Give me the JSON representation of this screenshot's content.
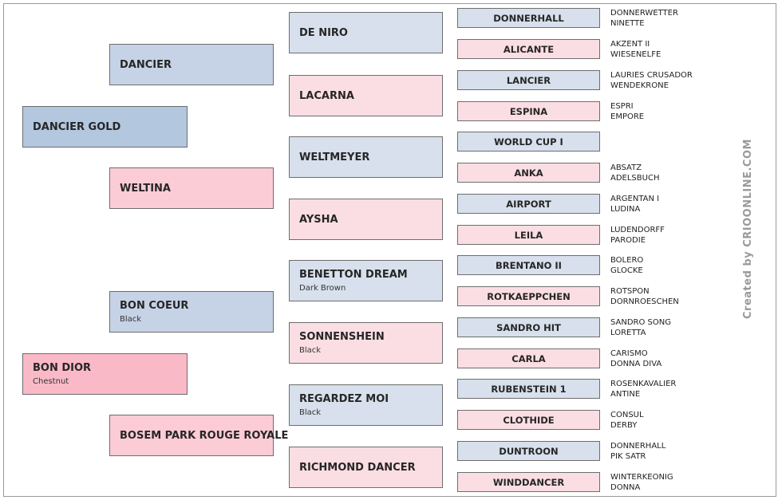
{
  "subject": {
    "name": "DANCIER GOLD"
  },
  "sire": {
    "name": "DANCIER"
  },
  "dam": {
    "name": "WELTINA"
  },
  "sire2": {
    "name": "BON COEUR",
    "color": "Black"
  },
  "dam2": {
    "name": "BON DIOR",
    "color": "Chestnut"
  },
  "dam2_dam": {
    "name": "BOSEM PARK ROUGE ROYALE"
  },
  "gen2": [
    {
      "name": "DE NIRO",
      "color": ""
    },
    {
      "name": "LACARNA",
      "color": ""
    },
    {
      "name": "WELTMEYER",
      "color": ""
    },
    {
      "name": "AYSHA",
      "color": ""
    },
    {
      "name": "BENETTON DREAM",
      "color": "Dark Brown"
    },
    {
      "name": "SONNENSHEIN",
      "color": "Black"
    },
    {
      "name": "REGARDEZ MOI",
      "color": "Black"
    },
    {
      "name": "RICHMOND DANCER",
      "color": ""
    }
  ],
  "gen3": [
    {
      "name": "DONNERHALL",
      "parents": [
        "DONNERWETTER",
        "NINETTE"
      ]
    },
    {
      "name": "ALICANTE",
      "parents": [
        "AKZENT II",
        "WIESENELFE"
      ]
    },
    {
      "name": "LANCIER",
      "parents": [
        "LAURIES CRUSADOR",
        "WENDEKRONE"
      ]
    },
    {
      "name": "ESPINA",
      "parents": [
        "ESPRI",
        "EMPORE"
      ]
    },
    {
      "name": "WORLD CUP I",
      "parents": [
        "",
        ""
      ]
    },
    {
      "name": "ANKA",
      "parents": [
        "ABSATZ",
        "ADELSBUCH"
      ]
    },
    {
      "name": "AIRPORT",
      "parents": [
        "ARGENTAN I",
        "LUDINA"
      ]
    },
    {
      "name": "LEILA",
      "parents": [
        "LUDENDORFF",
        "PARODIE"
      ]
    },
    {
      "name": "BRENTANO II",
      "parents": [
        "BOLERO",
        "GLOCKE"
      ]
    },
    {
      "name": "ROTKAEPPCHEN",
      "parents": [
        "ROTSPON",
        "DORNROESCHEN"
      ]
    },
    {
      "name": "SANDRO HIT",
      "parents": [
        "SANDRO SONG",
        "LORETTA"
      ]
    },
    {
      "name": "CARLA",
      "parents": [
        "CARISMO",
        "DONNA DIVA"
      ]
    },
    {
      "name": "RUBENSTEIN 1",
      "parents": [
        "ROSENKAVALIER",
        "ANTINE"
      ]
    },
    {
      "name": "CLOTHIDE",
      "parents": [
        "CONSUL",
        "DERBY"
      ]
    },
    {
      "name": "DUNTROON",
      "parents": [
        "DONNERHALL",
        "PIK SATR"
      ]
    },
    {
      "name": "WINDDANCER",
      "parents": [
        "WINTERKEONIG",
        "DONNA"
      ]
    }
  ],
  "credit": "Created by CRIOONLINE.COM"
}
